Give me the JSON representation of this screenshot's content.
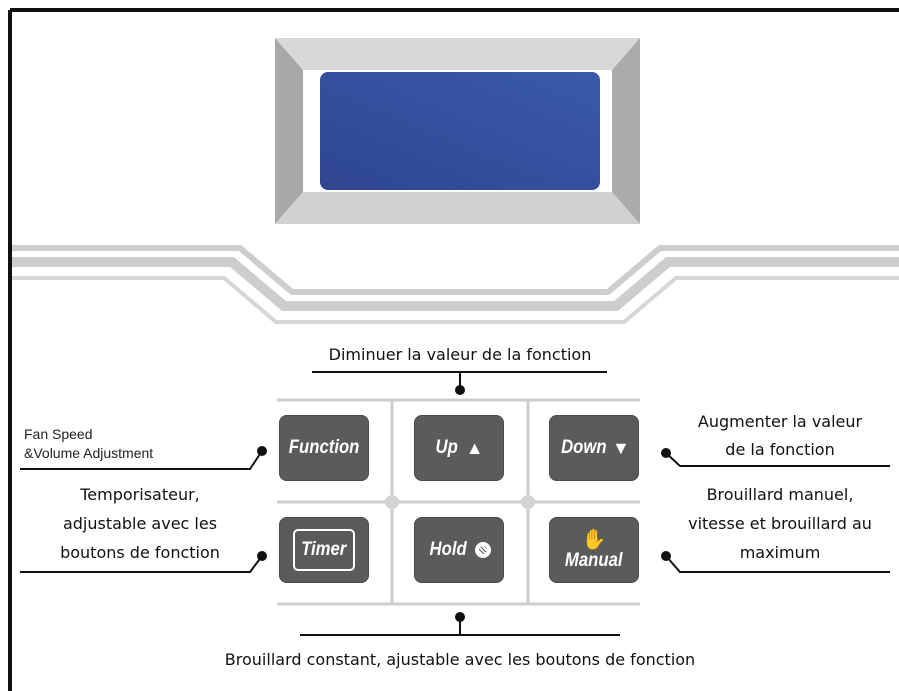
{
  "colors": {
    "frame": "#111111",
    "bezel_light": "#d7d7d7",
    "bezel_dark": "#a9a9a9",
    "screen": "#334f9e",
    "button": "#5a5b5d",
    "grid": "#cfcfcf"
  },
  "labels": {
    "top": "Diminuer la valeur de la fonction",
    "fan_speed_line1": "Fan Speed",
    "fan_speed_line2": "&Volume Adjustment",
    "increase_line1": "Augmenter la valeur",
    "increase_line2": "de la fonction",
    "timer_line1": "Temporisateur,",
    "timer_line2": "adjustable avec les",
    "timer_line3": "boutons de fonction",
    "manual_line1": "Brouillard manuel,",
    "manual_line2": "vitesse et brouillard au",
    "manual_line3": "maximum",
    "bottom": "Brouillard constant, ajustable avec les boutons de fonction"
  },
  "buttons": {
    "function": {
      "label": "Function",
      "icon": "none"
    },
    "up": {
      "label": "Up",
      "icon": "triangle-up-icon"
    },
    "down": {
      "label": "Down",
      "icon": "triangle-down-icon"
    },
    "timer": {
      "label": "Timer",
      "icon": "box-outline"
    },
    "hold": {
      "label": "Hold",
      "icon": "mist-dot-icon"
    },
    "manual": {
      "label": "Manual",
      "icon": "hand-icon"
    }
  }
}
